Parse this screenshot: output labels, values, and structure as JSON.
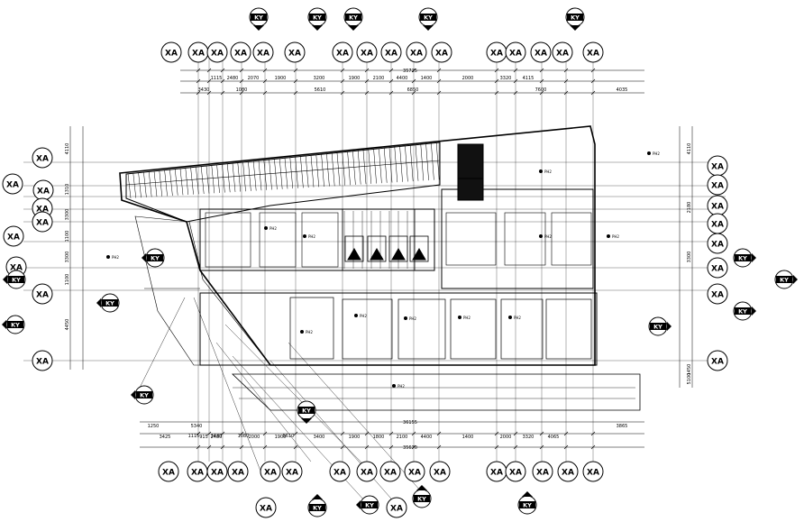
{
  "drawing": {
    "type": "architectural floor plan",
    "axis_label": "XA",
    "section_label": "KY",
    "top_total": "35725",
    "bottom_total": "35670",
    "lower_total": "36155",
    "top_dims_row1": [
      "1115",
      "2480",
      "2070",
      "1900",
      "3200",
      "1900",
      "2100",
      "4400",
      "1400",
      "2000",
      "3320",
      "4115"
    ],
    "top_dims_row2": [
      "3430",
      "1080",
      "5610",
      "6850",
      "7600",
      "4035"
    ],
    "bottom_dims_row1": [
      "1250",
      "5340",
      "3865"
    ],
    "bottom_dims_row2": [
      "1115",
      "3430",
      "1080",
      "5610"
    ],
    "bottom_dims_row3": [
      "3425",
      "915",
      "2480",
      "2000",
      "1900",
      "3400",
      "1900",
      "1800",
      "2100",
      "4400",
      "1400",
      "2000",
      "3320",
      "4065"
    ],
    "left_dims": [
      "4110",
      "1310",
      "3300",
      "1100",
      "3300",
      "1100",
      "4450"
    ],
    "right_dims": [
      "4110",
      "2180",
      "3300",
      "1450",
      "5100"
    ],
    "room_tag": "PH2"
  }
}
